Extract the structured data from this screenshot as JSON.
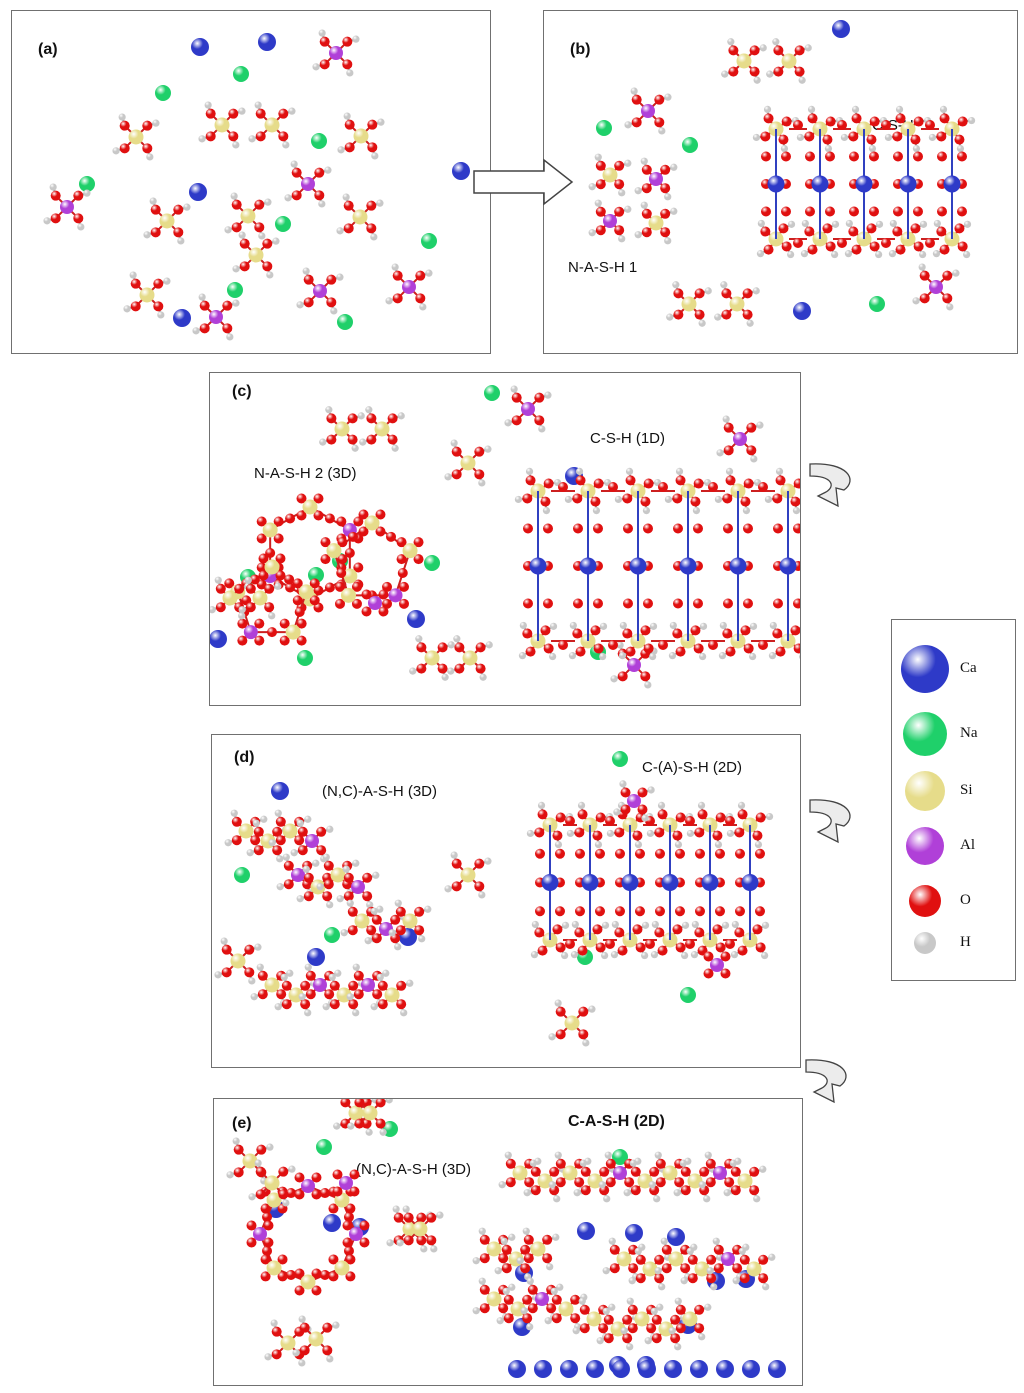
{
  "panels": {
    "a": {
      "label": "(a)"
    },
    "b": {
      "label": "(b)",
      "species": [
        "C-S-H",
        "N-A-S-H 1"
      ]
    },
    "c": {
      "label": "(c)",
      "species": [
        "N-A-S-H 2 (3D)",
        "C-S-H (1D)"
      ]
    },
    "d": {
      "label": "(d)",
      "species": [
        "(N,C)-A-S-H (3D)",
        "C-(A)-S-H (2D)"
      ]
    },
    "e": {
      "label": "(e)",
      "species": [
        "(N,C)-A-S-H (3D)",
        "C-A-S-H (2D)"
      ]
    }
  },
  "legend": {
    "items": [
      {
        "symbol": "Ca",
        "color": "#2e3ac8"
      },
      {
        "symbol": "Na",
        "color": "#1fd06a"
      },
      {
        "symbol": "Si",
        "color": "#e6dc8a"
      },
      {
        "symbol": "Al",
        "color": "#b040d8"
      },
      {
        "symbol": "O",
        "color": "#e01010"
      },
      {
        "symbol": "H",
        "color": "#c8c8c8"
      }
    ]
  },
  "atom_colors": {
    "Ca": "#2e3ac8",
    "Na": "#1fd06a",
    "Si": "#e6dc8a",
    "Al": "#b040d8",
    "O": "#e01010",
    "H": "#c8c8c8",
    "bond": "#cc2020"
  }
}
